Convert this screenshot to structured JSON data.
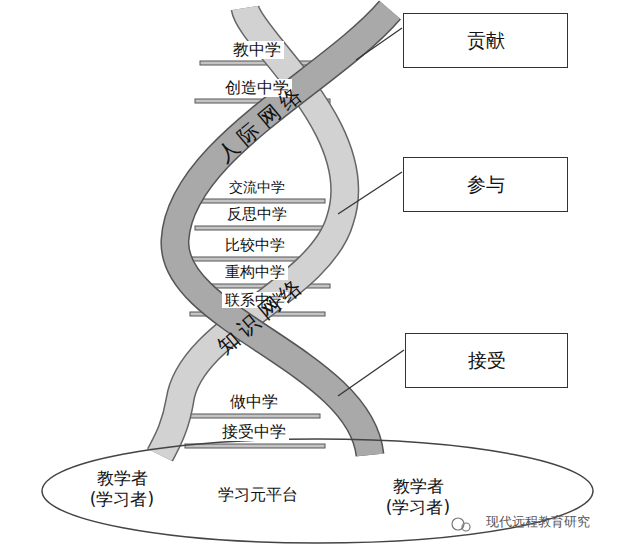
{
  "diagram": {
    "nodes": [
      {
        "text": [
          "贡献"
        ]
      },
      {
        "text": [
          "参与"
        ]
      },
      {
        "text": [
          "接受"
        ]
      },
      {
        "text": [
          "教学者 (学习者)",
          "学习元平台",
          "教学者 (学习者)"
        ]
      }
    ],
    "labels": [
      "教中学",
      "创造中学",
      "人际网络",
      "交流中学",
      "反思中学",
      "比较中学",
      "重构中学",
      "联系中学",
      "知识网络",
      "做中学",
      "接受中学",
      "现代远程教育研究"
    ]
  }
}
